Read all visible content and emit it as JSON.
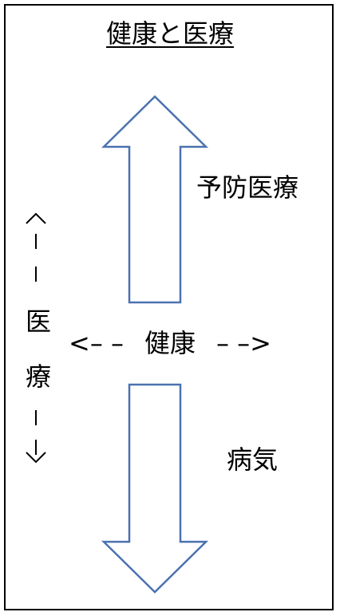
{
  "title": "健康と医療",
  "labels": {
    "up": "予防医療",
    "down": "病気",
    "center": "健康",
    "center_left": "<– –",
    "center_right": "– –>",
    "vertical_1": "医",
    "vertical_2": "療"
  },
  "colors": {
    "arrow_stroke": "#4a72b0",
    "border": "#000000"
  }
}
